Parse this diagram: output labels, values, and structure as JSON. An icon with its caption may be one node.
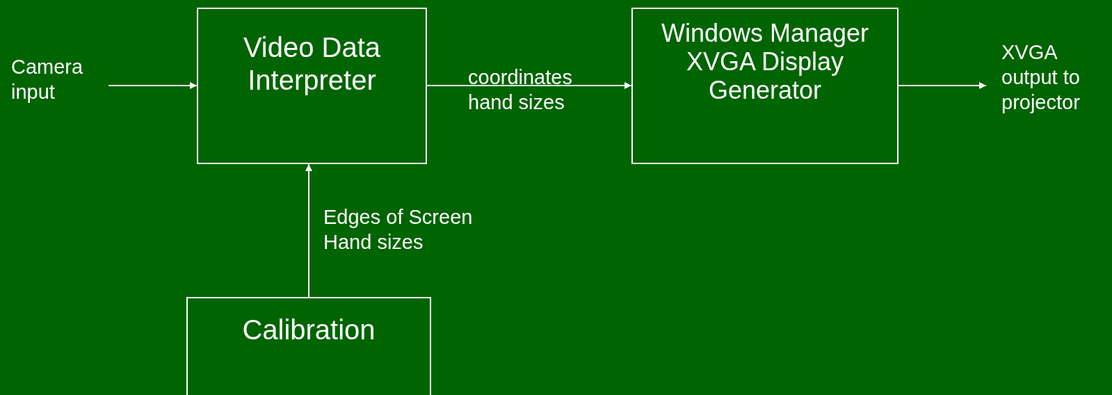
{
  "diagram": {
    "nodes": [
      {
        "text": [
          "Camera input"
        ]
      },
      {
        "text": [
          "Video Data Interpreter"
        ]
      },
      {
        "text": [
          "Windows Manager XVGA Display Generator"
        ]
      },
      {
        "text": [
          "XVGA output to projector"
        ]
      },
      {
        "text": [
          "Calibration"
        ]
      }
    ],
    "edges": [
      {
        "from": 0,
        "to": 1,
        "arrow": "to"
      },
      {
        "from": 1,
        "to": 2,
        "arrow": "to",
        "label": "coordinates hand sizes"
      },
      {
        "from": 2,
        "to": 3,
        "arrow": "to"
      },
      {
        "from": 4,
        "to": 1,
        "arrow": "to",
        "label": "Edges of Screen Hand sizes"
      }
    ]
  }
}
